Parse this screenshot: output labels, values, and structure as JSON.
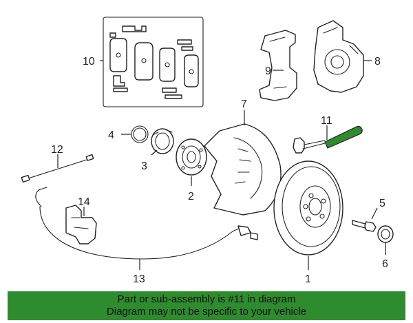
{
  "callouts": {
    "n1": "1",
    "n2": "2",
    "n3": "3",
    "n4": "4",
    "n5": "5",
    "n6": "6",
    "n7": "7",
    "n8": "8",
    "n9": "9",
    "n10": "10",
    "n11": "11",
    "n12": "12",
    "n13": "13",
    "n14": "14"
  },
  "footer": {
    "line1": "Part or sub-assembly is #11 in diagram",
    "line2": "Diagram may not be specific to your vehicle"
  },
  "colors": {
    "highlight": "#2e8b2e",
    "line": "#222222",
    "background": "#ffffff"
  }
}
